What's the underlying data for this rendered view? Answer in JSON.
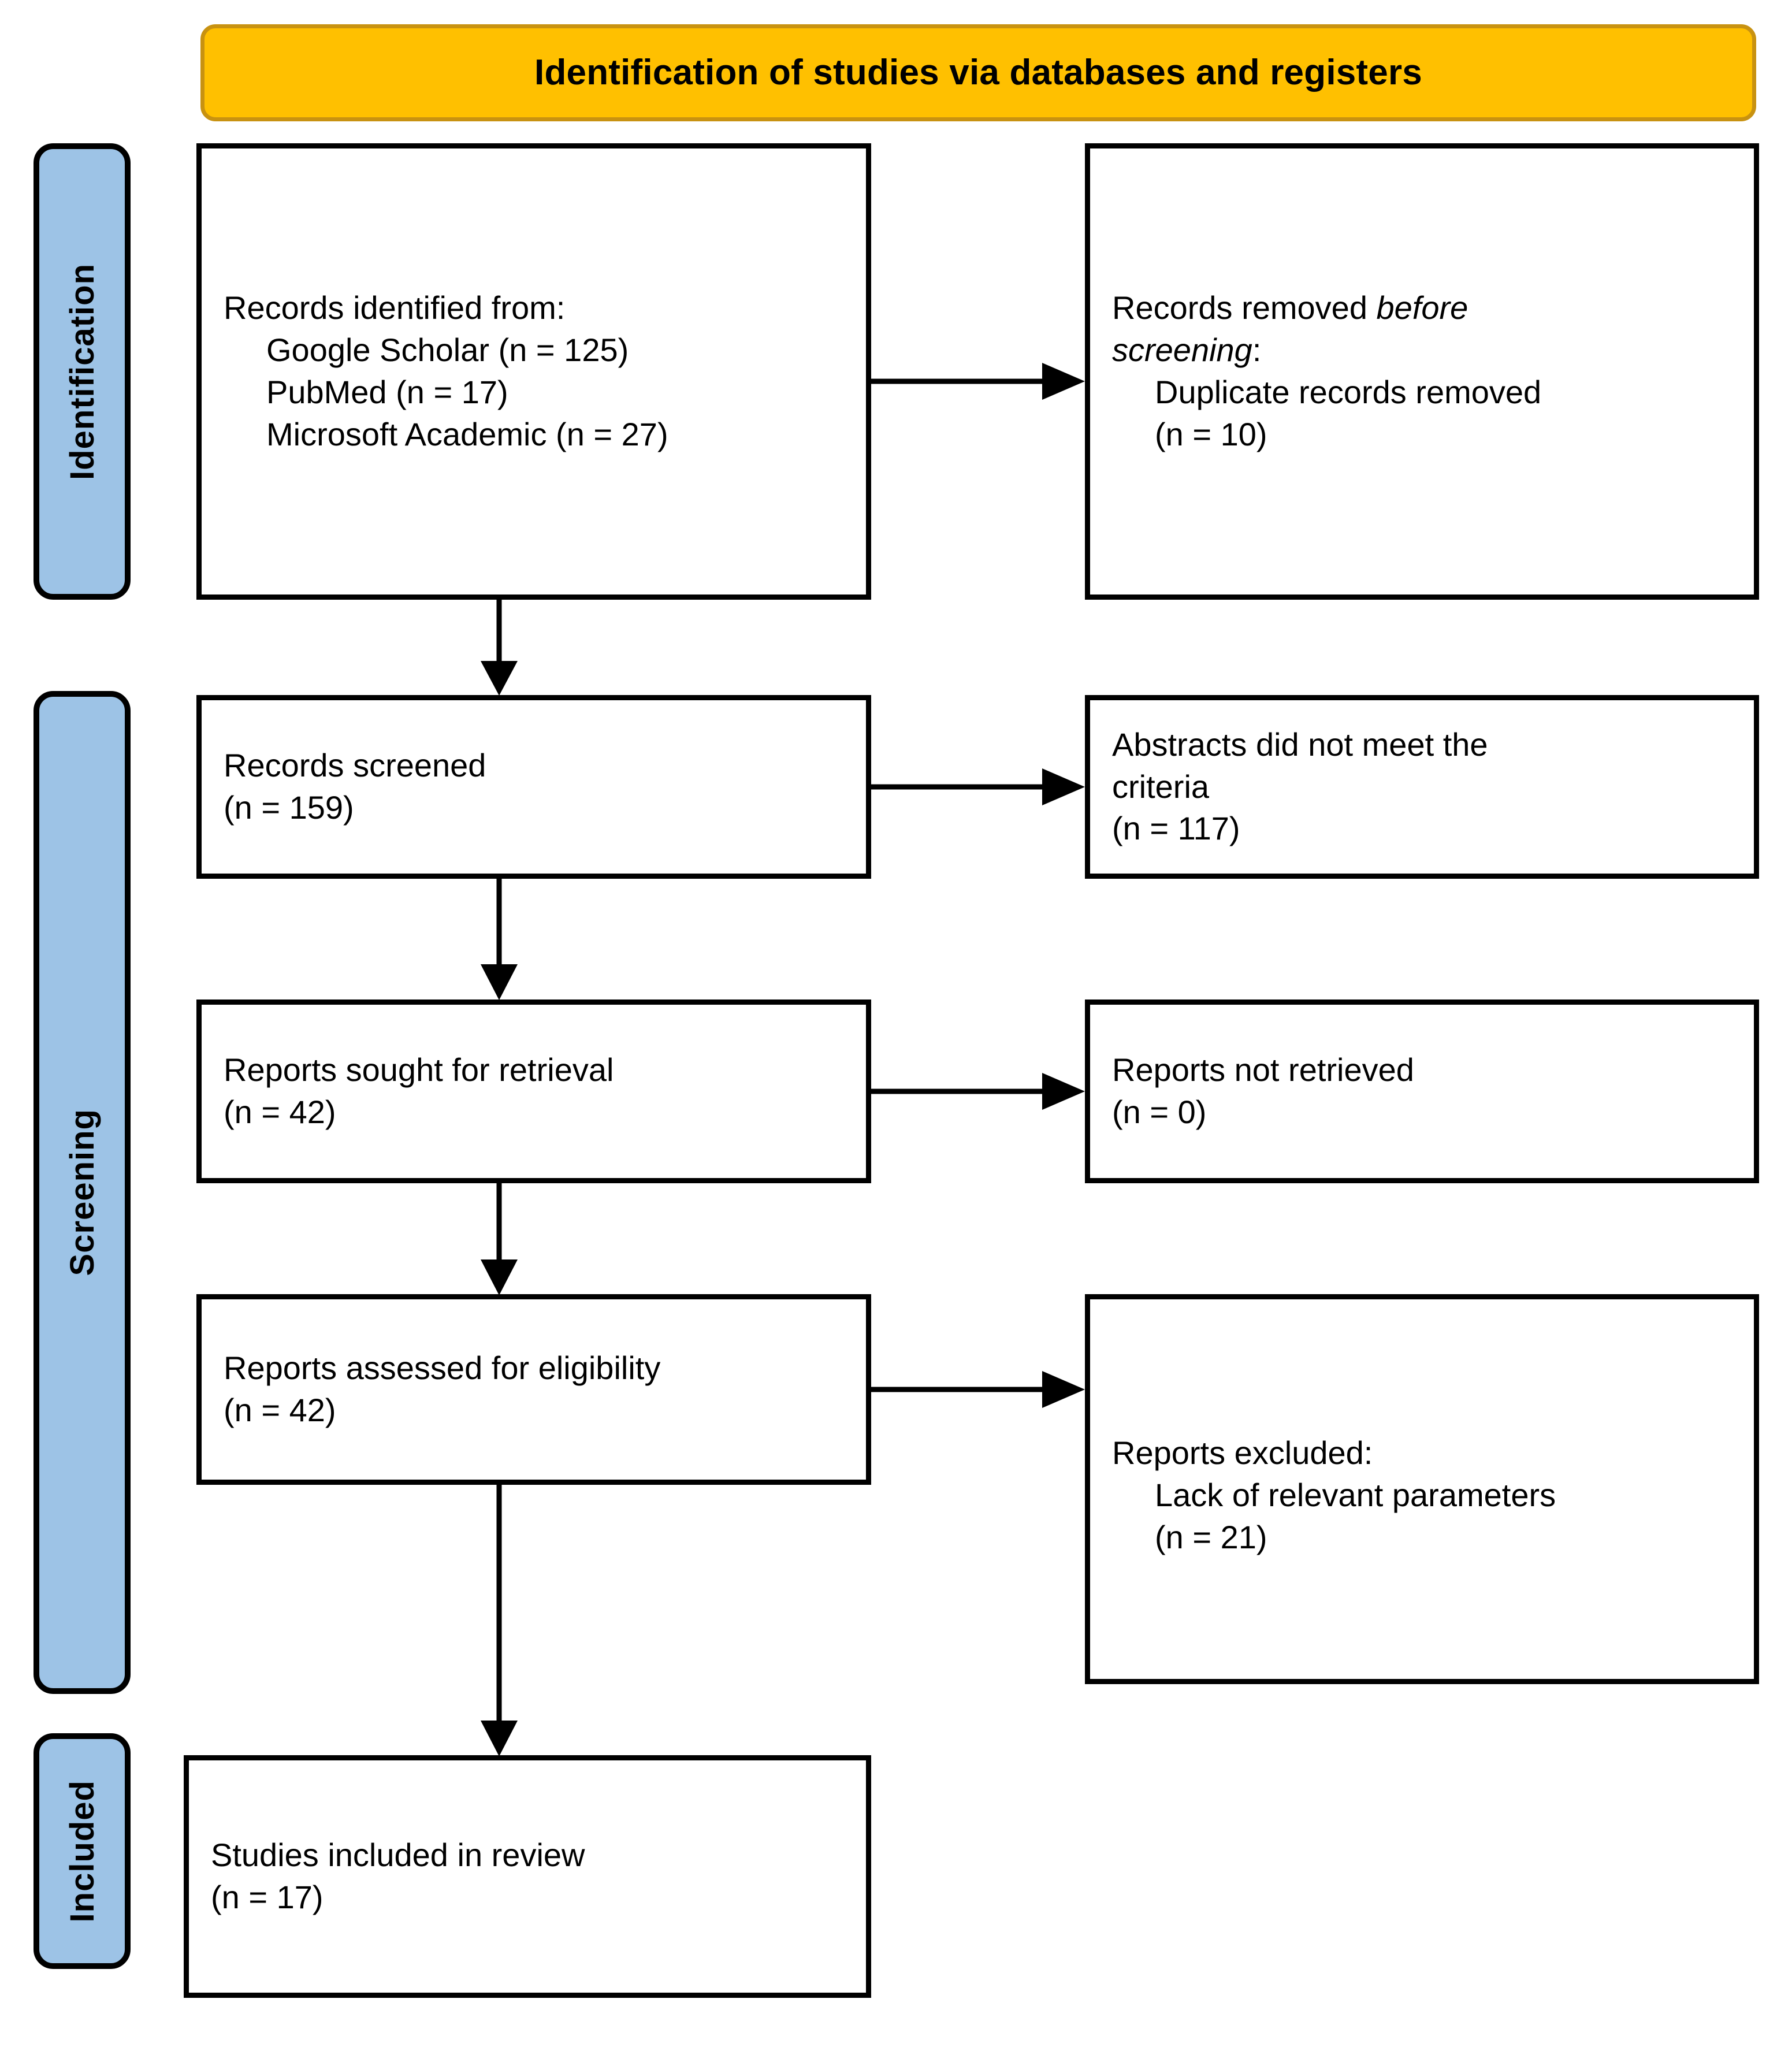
{
  "banner": {
    "title": "Identification of studies via databases and registers",
    "fill_color": "#FFC000",
    "border_color": "#C89211"
  },
  "stages": {
    "identification": "Identification",
    "screening": "Screening",
    "included": "Included",
    "fill_color": "#9DC3E6",
    "border_color": "#000000"
  },
  "boxes": {
    "records_identified": {
      "line1": "Records identified from:",
      "line2": "Google Scholar (n = 125)",
      "line3": "PubMed (n = 17)",
      "line4": "Microsoft Academic (n = 27)"
    },
    "records_removed": {
      "line1_a": "Records removed ",
      "line1_b": "before",
      "line2": "screening",
      "line2_b": ":",
      "line3": "Duplicate records removed",
      "line4": "(n = 10)"
    },
    "records_screened": {
      "line1": "Records screened",
      "line2": "(n = 159)"
    },
    "abstracts_excluded": {
      "line1": "Abstracts did not meet the",
      "line2": "criteria",
      "line3": "(n = 117)"
    },
    "reports_sought": {
      "line1": "Reports sought for retrieval",
      "line2": "(n = 42)"
    },
    "reports_not_retrieved": {
      "line1": "Reports not retrieved",
      "line2": "(n = 0)"
    },
    "reports_assessed": {
      "line1": "Reports assessed for eligibility",
      "line2": "(n = 42)"
    },
    "reports_excluded": {
      "line1": "Reports excluded:",
      "line2": "Lack of relevant parameters",
      "line3": "(n = 21)"
    },
    "studies_included": {
      "line1": "Studies included in review",
      "line2": "(n = 17)"
    }
  },
  "chart_data": {
    "type": "diagram",
    "title": "Identification of studies via databases and registers",
    "nodes": [
      {
        "id": "records_identified",
        "stage": "Identification",
        "column": "left",
        "counts": {
          "Google Scholar": 125,
          "PubMed": 17,
          "Microsoft Academic": 27
        }
      },
      {
        "id": "records_removed",
        "stage": "Identification",
        "column": "right",
        "counts": {
          "Duplicate records removed": 10
        }
      },
      {
        "id": "records_screened",
        "stage": "Screening",
        "column": "left",
        "counts": {
          "n": 159
        }
      },
      {
        "id": "abstracts_excluded",
        "stage": "Screening",
        "column": "right",
        "counts": {
          "n": 117
        }
      },
      {
        "id": "reports_sought",
        "stage": "Screening",
        "column": "left",
        "counts": {
          "n": 42
        }
      },
      {
        "id": "reports_not_retrieved",
        "stage": "Screening",
        "column": "right",
        "counts": {
          "n": 0
        }
      },
      {
        "id": "reports_assessed",
        "stage": "Screening",
        "column": "left",
        "counts": {
          "n": 42
        }
      },
      {
        "id": "reports_excluded",
        "stage": "Screening",
        "column": "right",
        "counts": {
          "Lack of relevant parameters": 21
        }
      },
      {
        "id": "studies_included",
        "stage": "Included",
        "column": "left",
        "counts": {
          "n": 17
        }
      }
    ],
    "edges": [
      {
        "from": "records_identified",
        "to": "records_removed",
        "direction": "right"
      },
      {
        "from": "records_identified",
        "to": "records_screened",
        "direction": "down"
      },
      {
        "from": "records_screened",
        "to": "abstracts_excluded",
        "direction": "right"
      },
      {
        "from": "records_screened",
        "to": "reports_sought",
        "direction": "down"
      },
      {
        "from": "reports_sought",
        "to": "reports_not_retrieved",
        "direction": "right"
      },
      {
        "from": "reports_sought",
        "to": "reports_assessed",
        "direction": "down"
      },
      {
        "from": "reports_assessed",
        "to": "reports_excluded",
        "direction": "right"
      },
      {
        "from": "reports_assessed",
        "to": "studies_included",
        "direction": "down"
      }
    ]
  }
}
